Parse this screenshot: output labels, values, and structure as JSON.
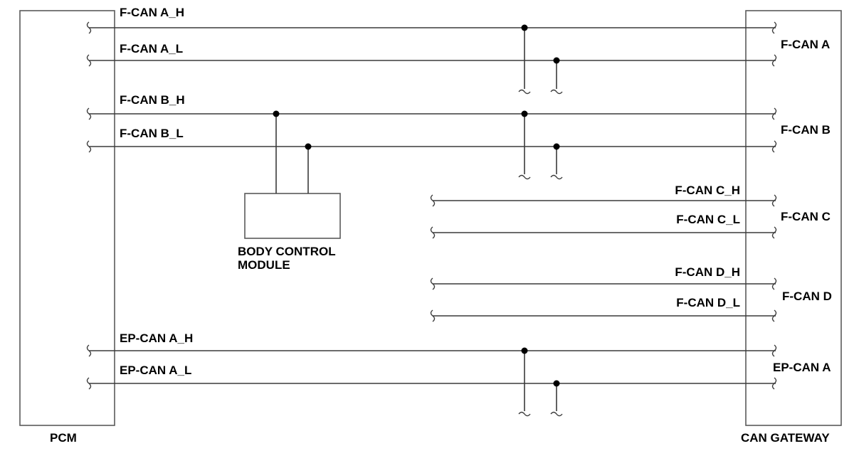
{
  "modules": {
    "pcm": "PCM",
    "gateway": "CAN GATEWAY",
    "bcm_line1": "BODY CONTROL",
    "bcm_line2": "MODULE"
  },
  "wires": {
    "fcan_a_h": "F-CAN A_H",
    "fcan_a_l": "F-CAN A_L",
    "fcan_b_h": "F-CAN B_H",
    "fcan_b_l": "F-CAN B_L",
    "fcan_c_h": "F-CAN C_H",
    "fcan_c_l": "F-CAN C_L",
    "fcan_d_h": "F-CAN D_H",
    "fcan_d_l": "F-CAN D_L",
    "epcan_a_h": "EP-CAN A_H",
    "epcan_a_l": "EP-CAN A_L"
  },
  "buses": {
    "fcan_a": "F-CAN A",
    "fcan_b": "F-CAN B",
    "fcan_c": "F-CAN C",
    "fcan_d": "F-CAN D",
    "epcan_a": "EP-CAN A"
  }
}
